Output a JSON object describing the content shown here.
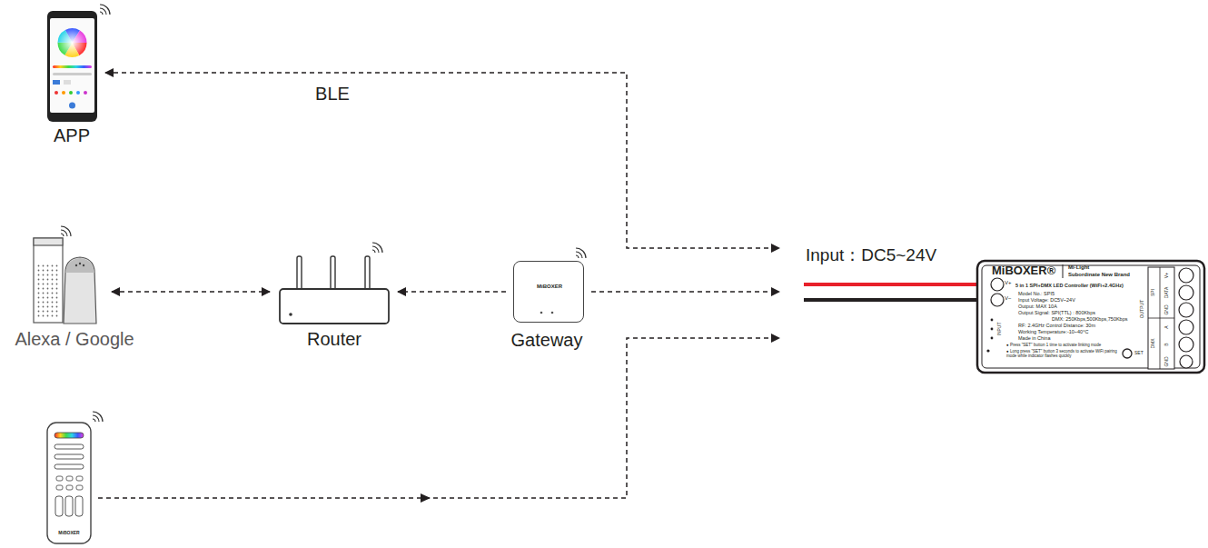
{
  "diagram": {
    "nodes": [
      {
        "text": [
          "APP"
        ]
      },
      {
        "text": [
          "Alexa / Google"
        ]
      },
      {
        "text": [
          "Router"
        ]
      },
      {
        "text": [
          "MiBOXER",
          "Gateway"
        ]
      },
      {
        "text": [
          "MiBOXER®",
          "Mi·Light",
          "Subordinate New Brand",
          "5 in 1 SPI+DMX LED Controller (WiFi+2.4GHz)",
          "Model No.: SPI5",
          "Input Voltage: DC5V~24V",
          "Output: MAX 10A",
          "Output Signal: SPI(TTL) : 800Kbps",
          "DMX: 250Kbps,500Kbps,750Kbps",
          "RF: 2.4GHz  Control Distance: 30m",
          "Working Temperature:-10~40°C",
          "Made in China",
          "● Press \"SET\" button 1 time to activate linking mode",
          "● Long press \"SET\" button 3 seconds to activate WiFi pairing mode while indicator flashes quickly",
          "SET",
          "V+",
          "V−",
          "INPUT",
          "OUTPUT",
          "SPI",
          "DMX",
          "V+",
          "DATA",
          "GND",
          "A",
          "B",
          "GND"
        ]
      },
      {
        "text": [
          "MiBOXER"
        ]
      }
    ],
    "edges": [
      {
        "from": 0,
        "to": 4,
        "arrow": "both",
        "label": "BLE"
      },
      {
        "from": 1,
        "to": 2,
        "arrow": "both"
      },
      {
        "from": 3,
        "to": 2,
        "arrow": "to"
      },
      {
        "from": 3,
        "to": 4,
        "arrow": "to"
      },
      {
        "from": 5,
        "to": 4,
        "arrow": "to"
      }
    ],
    "labels": [
      "Input：DC5~24V"
    ]
  }
}
